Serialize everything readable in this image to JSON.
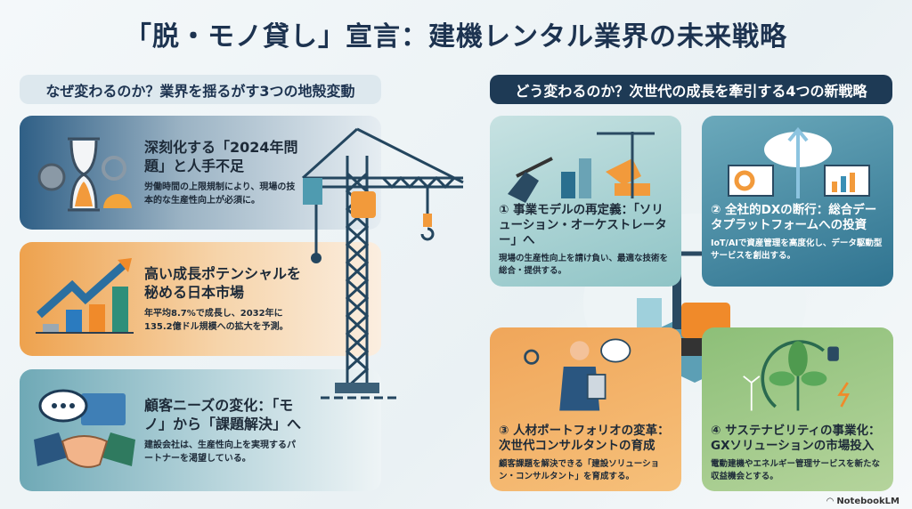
{
  "title": "「脱・モノ貸し」宣言：建機レンタル業界の未来戦略",
  "left": {
    "header": "なぜ変わるのか？業界を揺るがす3つの地殻変動",
    "cards": [
      {
        "title": "深刻化する「2024年問題」と人手不足",
        "body": "労働時間の上限規制により、現場の技本的な生産性向上が必須に。",
        "icon": "hourglass-gears-icon"
      },
      {
        "title": "高い成長ポテンシャルを秘める日本市場",
        "body": "年平均8.7%で成長し、2032年に135.2億ドル規模への拡大を予測。",
        "icon": "growth-chart-icon"
      },
      {
        "title": "顧客ニーズの変化：「モノ」から「課題解決」へ",
        "body": "建設会社は、生産性向上を実現するパートナーを渇望している。",
        "icon": "handshake-icon"
      }
    ]
  },
  "right": {
    "header": "どう変わるのか？次世代の成長を牽引する4つの新戦略",
    "cards": [
      {
        "title": "① 事業モデルの再定義：「ソリューション・オーケストレーター」へ",
        "body": "現場の生産性向上を請け負い、最適な技術を総合・提供する。",
        "icon": "conductor-crane-icon"
      },
      {
        "title": "② 全社的DXの断行：総合データプラットフォームへの投資",
        "body": "IoT/AIで資産管理を高度化し、データ駆動型サービスを創出する。",
        "icon": "cloud-data-icon"
      },
      {
        "title": "③ 人材ポートフォリオの変革：次世代コンサルタントの育成",
        "body": "顧客課題を解決できる「建設ソリューション・コンサルタント」を育成する。",
        "icon": "consultant-icon"
      },
      {
        "title": "④ サステナビリティの事業化：GXソリューションの市場投入",
        "body": "電動建機やエネルギー管理サービスを新たな収益機会とする。",
        "icon": "leaf-plug-icon"
      }
    ]
  },
  "brand": "NotebookLM"
}
